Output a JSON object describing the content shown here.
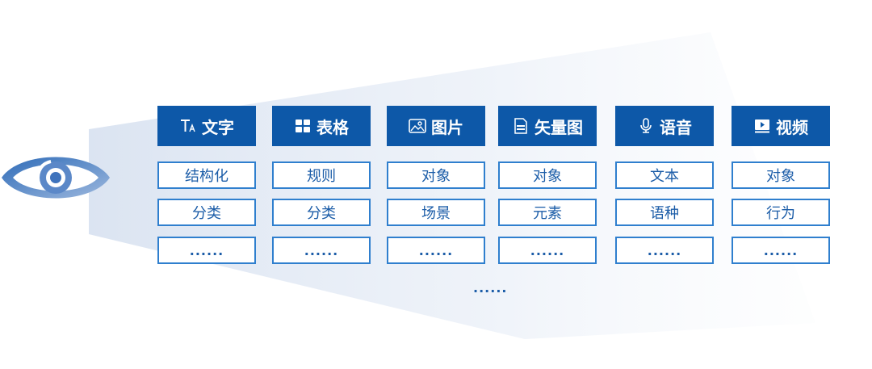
{
  "columns": [
    {
      "icon": "text-format-icon",
      "title": "文字",
      "items": [
        "结构化",
        "分类",
        "......"
      ]
    },
    {
      "icon": "grid-icon",
      "title": "表格",
      "items": [
        "规则",
        "分类",
        "......"
      ]
    },
    {
      "icon": "image-icon",
      "title": "图片",
      "items": [
        "对象",
        "场景",
        "......"
      ]
    },
    {
      "icon": "svg-file-icon",
      "title": "矢量图",
      "items": [
        "对象",
        "元素",
        "......"
      ]
    },
    {
      "icon": "microphone-icon",
      "title": "语音",
      "items": [
        "文本",
        "语种",
        "......"
      ]
    },
    {
      "icon": "video-play-icon",
      "title": "视频",
      "items": [
        "对象",
        "行为",
        "......"
      ]
    }
  ],
  "more_label": "......",
  "colors": {
    "header": "#0d58a8",
    "border": "#2f7fce",
    "text": "#1c5da8",
    "beam": "#dfe7f3"
  }
}
